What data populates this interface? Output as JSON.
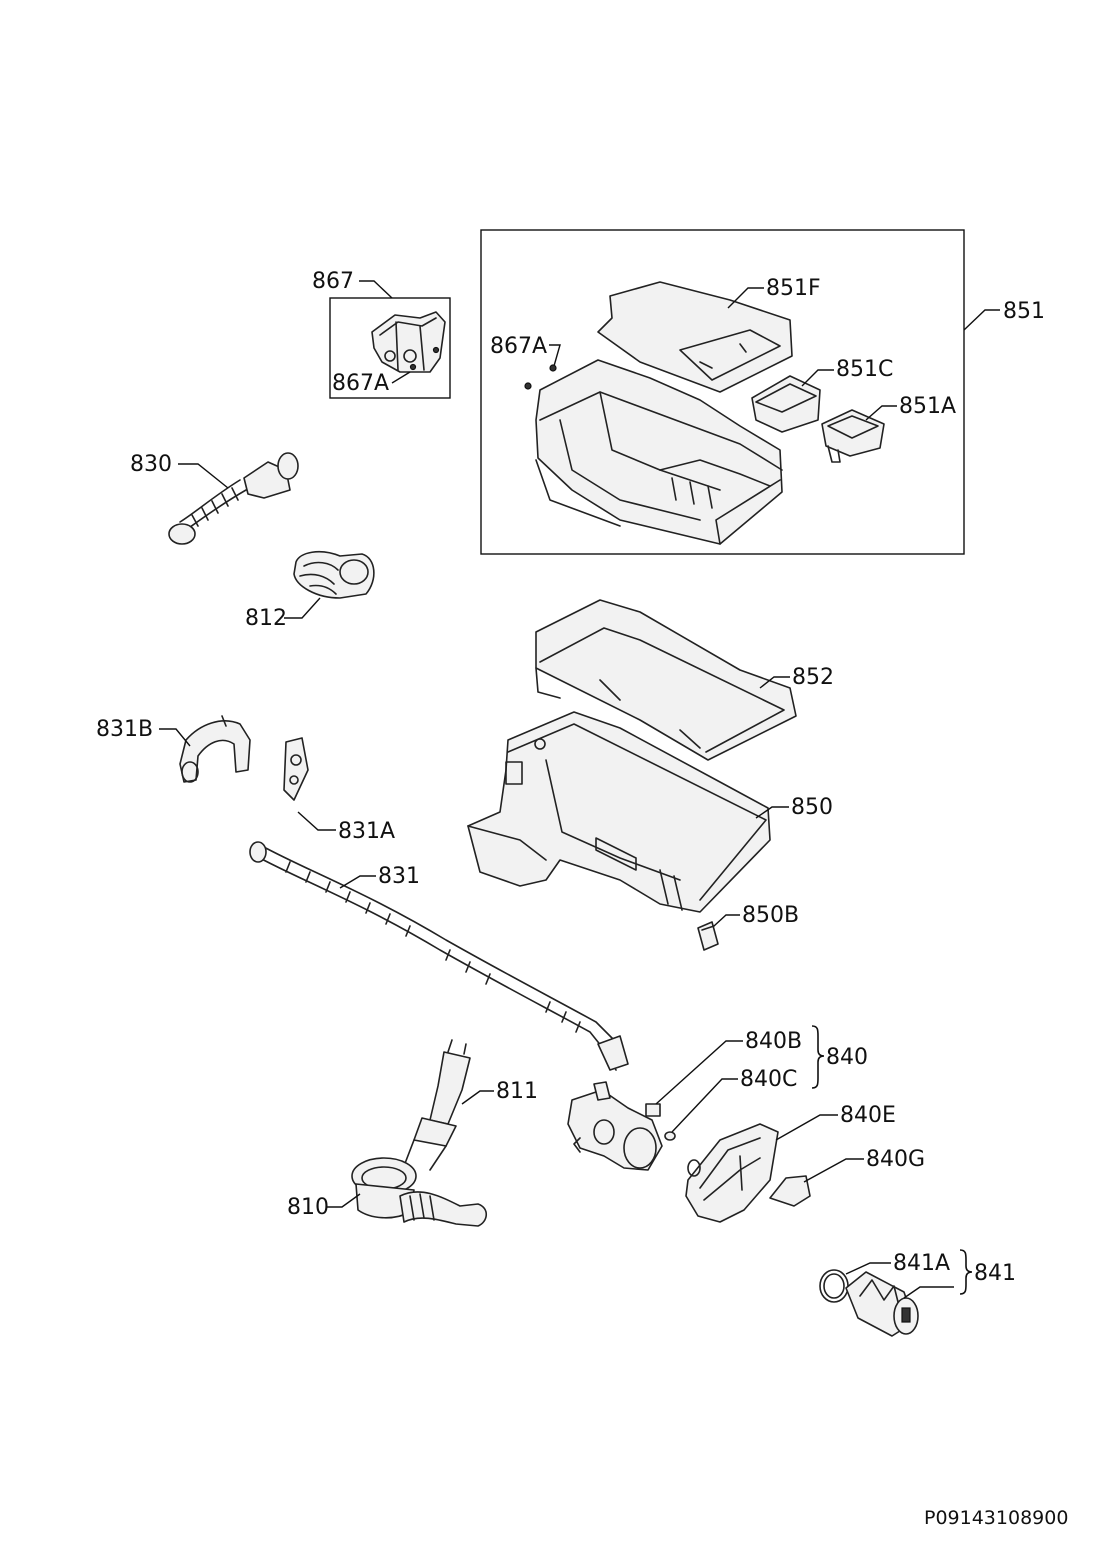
{
  "diagram": {
    "labels": {
      "p867": "867",
      "p867a_left": "867A",
      "p867a_right": "867A",
      "p851": "851",
      "p851f": "851F",
      "p851c": "851C",
      "p851a": "851A",
      "p830": "830",
      "p812": "812",
      "p852": "852",
      "p831b": "831B",
      "p831a": "831A",
      "p850": "850",
      "p831": "831",
      "p850b": "850B",
      "p840b": "840B",
      "p840": "840",
      "p840c": "840C",
      "p811": "811",
      "p840e": "840E",
      "p840g": "840G",
      "p810": "810",
      "p841a": "841A",
      "p841": "841"
    },
    "drawing_code": "P09143108900"
  }
}
